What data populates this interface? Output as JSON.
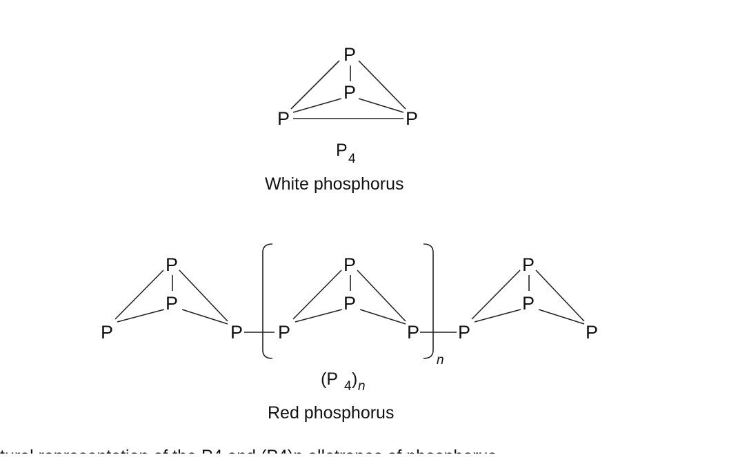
{
  "white": {
    "atom_symbol": "P",
    "formula_main": "P",
    "formula_sub": "4",
    "name": "White phosphorus"
  },
  "red": {
    "atom_symbol": "P",
    "formula_open": "(P",
    "formula_sub": "4",
    "formula_close": ")",
    "formula_n": "n",
    "repeat_n": "n",
    "name": "Red phosphorus"
  },
  "caption_partial": "tural representation of the P4 and (P4)n allotropes of phosphorus"
}
